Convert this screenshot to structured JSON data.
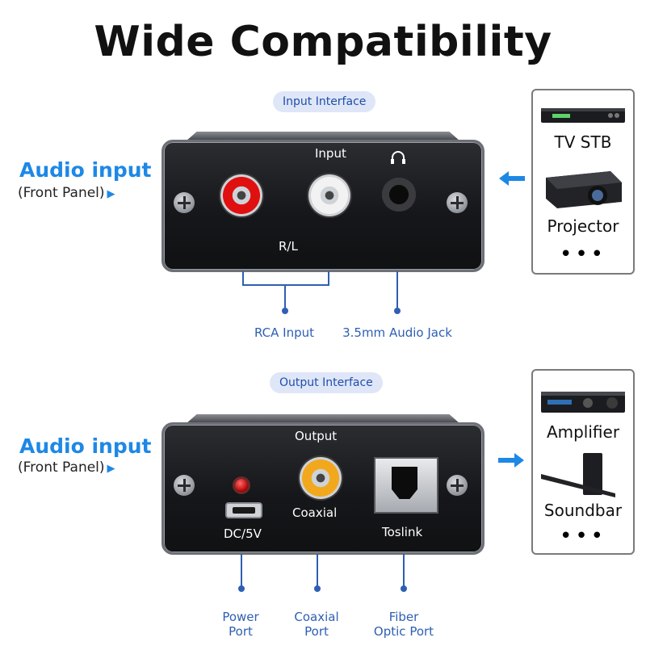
{
  "title": "Wide Compatibility",
  "colors": {
    "accent": "#1e88e5",
    "callout": "#2e5fb3",
    "pill_bg": "#dfe6f8"
  },
  "input_section": {
    "pill": "Input Interface",
    "side_title": "Audio input",
    "side_sub": "(Front Panel)",
    "panel_label_top": "Input",
    "panel_label_bottom": "R/L",
    "callouts": [
      "RCA Input",
      "3.5mm Audio Jack"
    ],
    "devices": [
      {
        "label": "TV STB",
        "icon": "tv-stb-icon"
      },
      {
        "label": "Projector",
        "icon": "projector-icon"
      }
    ],
    "more": "•••"
  },
  "output_section": {
    "pill": "Output Interface",
    "side_title": "Audio input",
    "side_sub": "(Front Panel)",
    "panel_label_top": "Output",
    "labels": {
      "power": "DC/5V",
      "coaxial": "Coaxial",
      "toslink": "Toslink"
    },
    "callouts": [
      {
        "line1": "Power",
        "line2": "Port"
      },
      {
        "line1": "Coaxial",
        "line2": "Port"
      },
      {
        "line1": "Fiber",
        "line2": "Optic Port"
      }
    ],
    "devices": [
      {
        "label": "Amplifier",
        "icon": "amplifier-icon"
      },
      {
        "label": "Soundbar",
        "icon": "soundbar-icon"
      }
    ],
    "more": "•••"
  }
}
